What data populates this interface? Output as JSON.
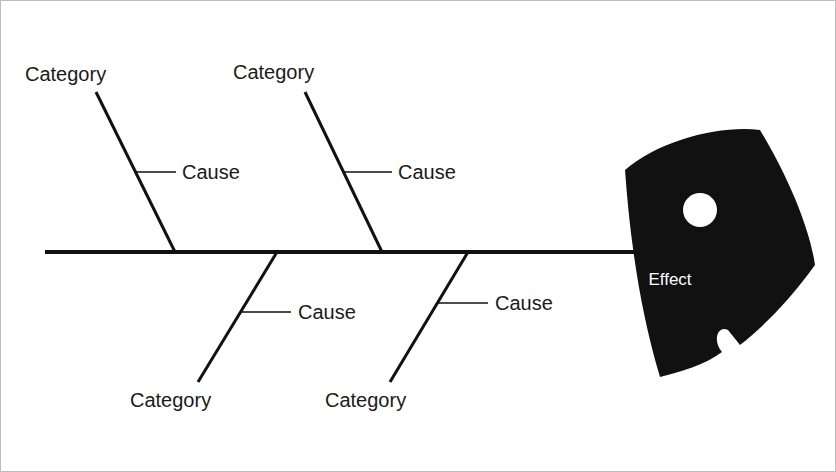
{
  "diagram": {
    "nodes": [
      {
        "text": [
          "Effect"
        ]
      }
    ],
    "labels": [
      "Category",
      "Category",
      "Cause",
      "Cause",
      "Cause",
      "Cause",
      "Category",
      "Category"
    ]
  }
}
